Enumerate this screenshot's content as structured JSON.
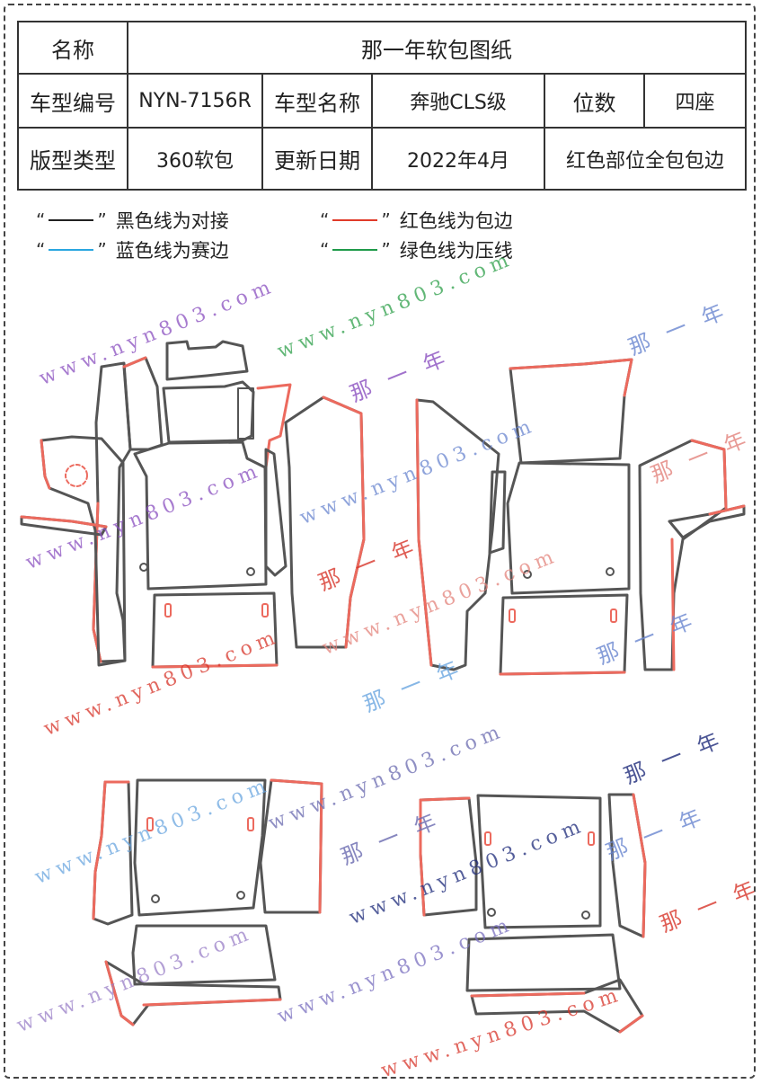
{
  "spec": {
    "name_label": "名称",
    "name_value": "那一年软包图纸",
    "model_code_label": "车型编号",
    "model_code_value": "NYN-7156R",
    "model_name_label": "车型名称",
    "model_name_value": "奔驰CLS级",
    "seats_label": "位数",
    "seats_value": "四座",
    "version_label": "版型类型",
    "version_value": "360软包",
    "update_label": "更新日期",
    "update_value": "2022年4月",
    "note": "红色部位全包包边"
  },
  "legend": [
    {
      "text": "黑色线为对接",
      "color": "#222222"
    },
    {
      "text": "红色线为包边",
      "color": "#e03b2a"
    },
    {
      "text": "蓝色线为赛边",
      "color": "#2aa6e0"
    },
    {
      "text": "绿色线为压线",
      "color": "#1f9a4a"
    }
  ],
  "quote_open": "“",
  "quote_close": "”",
  "watermark_url": "www.nyn803.com",
  "watermark_cn": "那 一 年",
  "colors": {
    "outline": "#555555",
    "edge": "#ec6a5e",
    "red": "#d8352a",
    "purple": "#8a4fc0",
    "blue": "#6aa6e0",
    "green": "#2ea04a",
    "navy": "#1d2a7a",
    "pink": "#e3837c"
  }
}
